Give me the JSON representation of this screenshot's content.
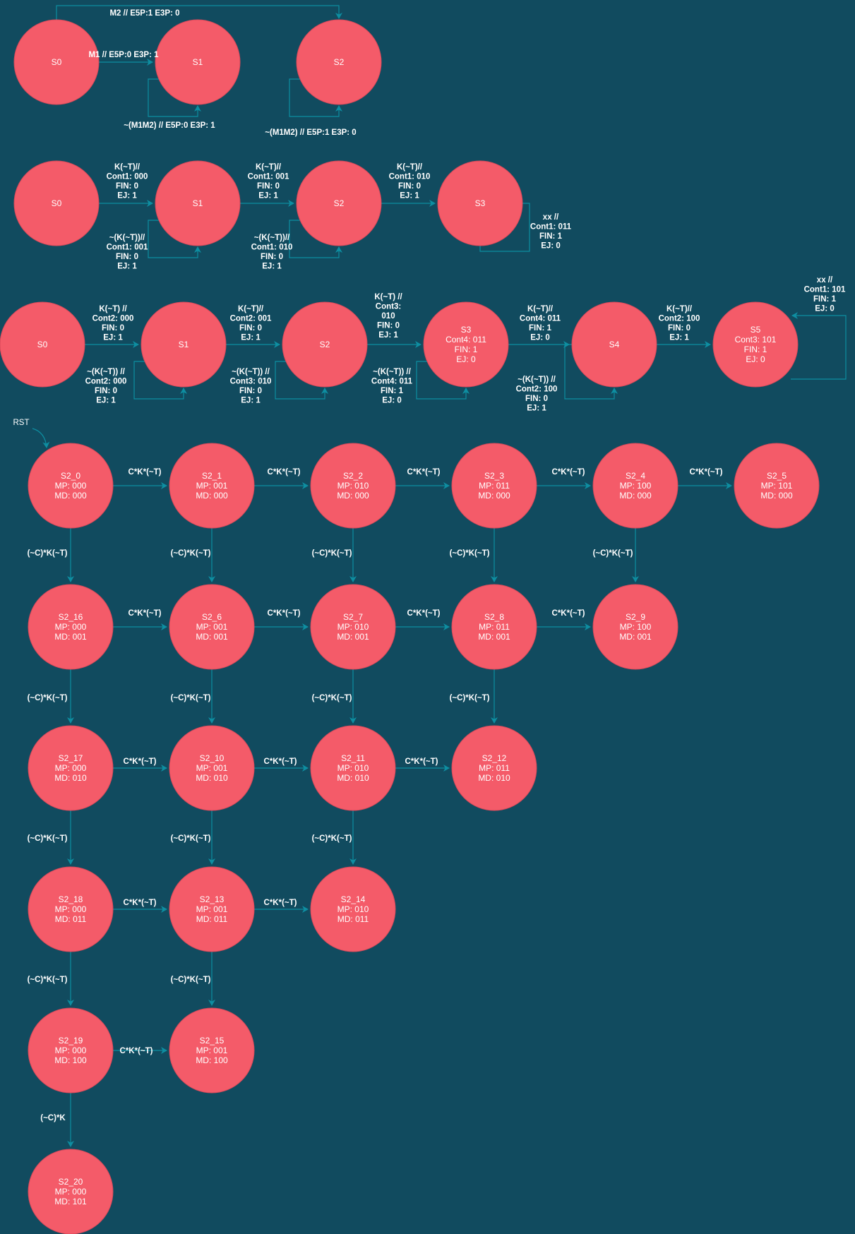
{
  "colors": {
    "background": "#114b5f",
    "node_fill": "#f45b69",
    "edge": "#0e8ea1",
    "text": "#ffffff"
  },
  "diagrams": [
    {
      "nodes": [
        {
          "id": "A_S0",
          "lines": [
            "S0"
          ]
        },
        {
          "id": "A_S1",
          "lines": [
            "S1"
          ]
        },
        {
          "id": "A_S2",
          "lines": [
            "S2"
          ]
        }
      ],
      "edges": [
        {
          "id": "a1",
          "from": "A_S0",
          "to": "A_S1",
          "label": [
            "M1 // E5P:0 E3P: 1"
          ]
        },
        {
          "id": "a2",
          "from": "A_S0",
          "to": "A_S2",
          "label": [
            "M2 // E5P:1 E3P: 0"
          ]
        },
        {
          "id": "a3",
          "from": "A_S1",
          "to": "A_S1",
          "label": [
            "~(M1M2) // E5P:0 E3P: 1"
          ]
        },
        {
          "id": "a4",
          "from": "A_S2",
          "to": "A_S2",
          "label": [
            "~(M1M2) // E5P:1 E3P: 0"
          ]
        }
      ]
    },
    {
      "nodes": [
        {
          "id": "B_S0",
          "lines": [
            "S0"
          ]
        },
        {
          "id": "B_S1",
          "lines": [
            "S1"
          ]
        },
        {
          "id": "B_S2",
          "lines": [
            "S2"
          ]
        },
        {
          "id": "B_S3",
          "lines": [
            "S3"
          ]
        }
      ],
      "edges": [
        {
          "id": "b1",
          "from": "B_S0",
          "to": "B_S1",
          "label": [
            "K(~T)//",
            "Cont1: 000",
            "FIN: 0",
            "EJ: 1"
          ]
        },
        {
          "id": "b2",
          "from": "B_S1",
          "to": "B_S2",
          "label": [
            "K(~T)//",
            "Cont1: 001",
            "FIN: 0",
            "EJ: 1"
          ]
        },
        {
          "id": "b3",
          "from": "B_S2",
          "to": "B_S3",
          "label": [
            "K(~T)//",
            "Cont1: 010",
            "FIN: 0",
            "EJ: 1"
          ]
        },
        {
          "id": "b4",
          "from": "B_S1",
          "to": "B_S1",
          "label": [
            "~(K(~T))//",
            "Cont1: 001",
            "FIN: 0",
            "EJ: 1"
          ]
        },
        {
          "id": "b5",
          "from": "B_S2",
          "to": "B_S2",
          "label": [
            "~(K(~T))//",
            "Cont1: 010",
            "FIN: 0",
            "EJ: 1"
          ]
        },
        {
          "id": "b6",
          "from": "B_S3",
          "to": "B_S3",
          "label": [
            "xx //",
            "Cont1: 011",
            "FIN: 1",
            "EJ: 0"
          ]
        }
      ]
    },
    {
      "nodes": [
        {
          "id": "C_S0",
          "lines": [
            "S0"
          ]
        },
        {
          "id": "C_S1",
          "lines": [
            "S1"
          ]
        },
        {
          "id": "C_S2",
          "lines": [
            "S2"
          ]
        },
        {
          "id": "C_S3",
          "lines": [
            "S3",
            "Cont4: 011",
            "FIN: 1",
            "EJ: 0"
          ]
        },
        {
          "id": "C_S4",
          "lines": [
            "S4"
          ]
        },
        {
          "id": "C_S5",
          "lines": [
            "S5",
            "Cont3: 101",
            "FIN: 1",
            "EJ: 0"
          ]
        }
      ],
      "edges": [
        {
          "id": "c1",
          "from": "C_S0",
          "to": "C_S1",
          "label": [
            "K(~T) //",
            "Cont2: 000",
            "FIN: 0",
            "EJ: 1"
          ]
        },
        {
          "id": "c2",
          "from": "C_S1",
          "to": "C_S2",
          "label": [
            "K(~T)//",
            "Cont2: 001",
            "FIN: 0",
            "EJ: 1"
          ]
        },
        {
          "id": "c3",
          "from": "C_S2",
          "to": "C_S3",
          "label": [
            "K(~T) //",
            "Cont3:",
            "010",
            "FIN: 0",
            "EJ: 1"
          ]
        },
        {
          "id": "c4",
          "from": "C_S3",
          "to": "C_S4",
          "label": [
            "K(~T)//",
            "Cont4: 011",
            "FIN: 1",
            "EJ: 0"
          ]
        },
        {
          "id": "c5",
          "from": "C_S4",
          "to": "C_S5",
          "label": [
            "K(~T)//",
            "Cont2: 100",
            "FIN: 0",
            "EJ: 1"
          ]
        },
        {
          "id": "c6",
          "from": "C_S1",
          "to": "C_S1",
          "label": [
            "~(K(~T)) //",
            "Cont2: 000",
            "FIN: 0",
            "EJ: 1"
          ]
        },
        {
          "id": "c7",
          "from": "C_S2",
          "to": "C_S2",
          "label": [
            "~(K(~T)) //",
            "Cont3: 010",
            "FIN: 0",
            "EJ: 1"
          ]
        },
        {
          "id": "c8",
          "from": "C_S3",
          "to": "C_S3",
          "label": [
            "~(K(~T)) //",
            "Cont4: 011",
            "FIN: 1",
            "EJ: 0"
          ]
        },
        {
          "id": "c9",
          "from": "C_S4",
          "to": "C_S4",
          "label": [
            "~(K(~T)) //",
            "Cont2: 100",
            "FIN: 0",
            "EJ: 1"
          ]
        },
        {
          "id": "c10",
          "from": "C_S5",
          "to": "C_S5",
          "label": [
            "xx //",
            "Cont1: 101",
            "FIN: 1",
            "EJ: 0"
          ]
        }
      ]
    },
    {
      "reset_label": "RST",
      "nodes": [
        {
          "id": "S2_0",
          "lines": [
            "S2_0",
            "MP: 000",
            "MD: 000"
          ]
        },
        {
          "id": "S2_1",
          "lines": [
            "S2_1",
            "MP: 001",
            "MD: 000"
          ]
        },
        {
          "id": "S2_2",
          "lines": [
            "S2_2",
            "MP: 010",
            "MD: 000"
          ]
        },
        {
          "id": "S2_3",
          "lines": [
            "S2_3",
            "MP: 011",
            "MD: 000"
          ]
        },
        {
          "id": "S2_4",
          "lines": [
            "S2_4",
            "MP: 100",
            "MD: 000"
          ]
        },
        {
          "id": "S2_5",
          "lines": [
            "S2_5",
            "MP: 101",
            "MD: 000"
          ]
        },
        {
          "id": "S2_16",
          "lines": [
            "S2_16",
            "MP: 000",
            "MD: 001"
          ]
        },
        {
          "id": "S2_6",
          "lines": [
            "S2_6",
            "MP: 001",
            "MD: 001"
          ]
        },
        {
          "id": "S2_7",
          "lines": [
            "S2_7",
            "MP: 010",
            "MD: 001"
          ]
        },
        {
          "id": "S2_8",
          "lines": [
            "S2_8",
            "MP: 011",
            "MD: 001"
          ]
        },
        {
          "id": "S2_9",
          "lines": [
            "S2_9",
            "MP: 100",
            "MD: 001"
          ]
        },
        {
          "id": "S2_17",
          "lines": [
            "S2_17",
            "MP: 000",
            "MD: 010"
          ]
        },
        {
          "id": "S2_10",
          "lines": [
            "S2_10",
            "MP: 001",
            "MD: 010"
          ]
        },
        {
          "id": "S2_11",
          "lines": [
            "S2_11",
            "MP: 010",
            "MD: 010"
          ]
        },
        {
          "id": "S2_12",
          "lines": [
            "S2_12",
            "MP: 011",
            "MD: 010"
          ]
        },
        {
          "id": "S2_18",
          "lines": [
            "S2_18",
            "MP: 000",
            "MD: 011"
          ]
        },
        {
          "id": "S2_13",
          "lines": [
            "S2_13",
            "MP: 001",
            "MD: 011"
          ]
        },
        {
          "id": "S2_14",
          "lines": [
            "S2_14",
            "MP: 010",
            "MD: 011"
          ]
        },
        {
          "id": "S2_19",
          "lines": [
            "S2_19",
            "MP: 000",
            "MD: 100"
          ]
        },
        {
          "id": "S2_15",
          "lines": [
            "S2_15",
            "MP: 001",
            "MD: 100"
          ]
        },
        {
          "id": "S2_20",
          "lines": [
            "S2_20",
            "MP: 000",
            "MD: 101"
          ]
        }
      ],
      "edges": [
        {
          "id": "d1",
          "from": "S2_0",
          "to": "S2_1",
          "label": [
            "C*K*(~T)"
          ]
        },
        {
          "id": "d2",
          "from": "S2_1",
          "to": "S2_2",
          "label": [
            "C*K*(~T)"
          ]
        },
        {
          "id": "d3",
          "from": "S2_2",
          "to": "S2_3",
          "label": [
            "C*K*(~T)"
          ]
        },
        {
          "id": "d4",
          "from": "S2_3",
          "to": "S2_4",
          "label": [
            "C*K*(~T)"
          ]
        },
        {
          "id": "d5",
          "from": "S2_4",
          "to": "S2_5",
          "label": [
            "C*K*(~T)"
          ]
        },
        {
          "id": "d6",
          "from": "S2_0",
          "to": "S2_16",
          "label": [
            "(~C)*K(~T)"
          ]
        },
        {
          "id": "d7",
          "from": "S2_1",
          "to": "S2_6",
          "label": [
            "(~C)*K(~T)"
          ]
        },
        {
          "id": "d8",
          "from": "S2_2",
          "to": "S2_7",
          "label": [
            "(~C)*K(~T)"
          ]
        },
        {
          "id": "d9",
          "from": "S2_3",
          "to": "S2_8",
          "label": [
            "(~C)*K(~T)"
          ]
        },
        {
          "id": "d10",
          "from": "S2_4",
          "to": "S2_9",
          "label": [
            "(~C)*K(~T)"
          ]
        },
        {
          "id": "d11",
          "from": "S2_16",
          "to": "S2_6",
          "label": [
            "C*K*(~T)"
          ]
        },
        {
          "id": "d12",
          "from": "S2_6",
          "to": "S2_7",
          "label": [
            "C*K*(~T)"
          ]
        },
        {
          "id": "d13",
          "from": "S2_7",
          "to": "S2_8",
          "label": [
            "C*K*(~T)"
          ]
        },
        {
          "id": "d14",
          "from": "S2_8",
          "to": "S2_9",
          "label": [
            "C*K*(~T)"
          ]
        },
        {
          "id": "d15",
          "from": "S2_16",
          "to": "S2_17",
          "label": [
            "(~C)*K(~T)"
          ]
        },
        {
          "id": "d16",
          "from": "S2_6",
          "to": "S2_10",
          "label": [
            "(~C)*K(~T)"
          ]
        },
        {
          "id": "d17",
          "from": "S2_7",
          "to": "S2_11",
          "label": [
            "(~C)*K(~T)"
          ]
        },
        {
          "id": "d18",
          "from": "S2_8",
          "to": "S2_12",
          "label": [
            "(~C)*K(~T)"
          ]
        },
        {
          "id": "d19",
          "from": "S2_17",
          "to": "S2_10",
          "label": [
            "C*K*(~T)"
          ]
        },
        {
          "id": "d20",
          "from": "S2_10",
          "to": "S2_11",
          "label": [
            "C*K*(~T)"
          ]
        },
        {
          "id": "d21",
          "from": "S2_11",
          "to": "S2_12",
          "label": [
            "C*K*(~T)"
          ]
        },
        {
          "id": "d22",
          "from": "S2_17",
          "to": "S2_18",
          "label": [
            "(~C)*K(~T)"
          ]
        },
        {
          "id": "d23",
          "from": "S2_10",
          "to": "S2_13",
          "label": [
            "(~C)*K(~T)"
          ]
        },
        {
          "id": "d24",
          "from": "S2_11",
          "to": "S2_14",
          "label": [
            "(~C)*K(~T)"
          ]
        },
        {
          "id": "d25",
          "from": "S2_18",
          "to": "S2_13",
          "label": [
            "C*K*(~T)"
          ]
        },
        {
          "id": "d26",
          "from": "S2_13",
          "to": "S2_14",
          "label": [
            "C*K*(~T)"
          ]
        },
        {
          "id": "d27",
          "from": "S2_18",
          "to": "S2_19",
          "label": [
            "(~C)*K(~T)"
          ]
        },
        {
          "id": "d28",
          "from": "S2_13",
          "to": "S2_15",
          "label": [
            "(~C)*K(~T)"
          ]
        },
        {
          "id": "d29",
          "from": "S2_19",
          "to": "S2_15",
          "label": [
            "C*K*(~T)"
          ]
        },
        {
          "id": "d30",
          "from": "S2_19",
          "to": "S2_20",
          "label": [
            "(~C)*K"
          ]
        }
      ]
    }
  ]
}
